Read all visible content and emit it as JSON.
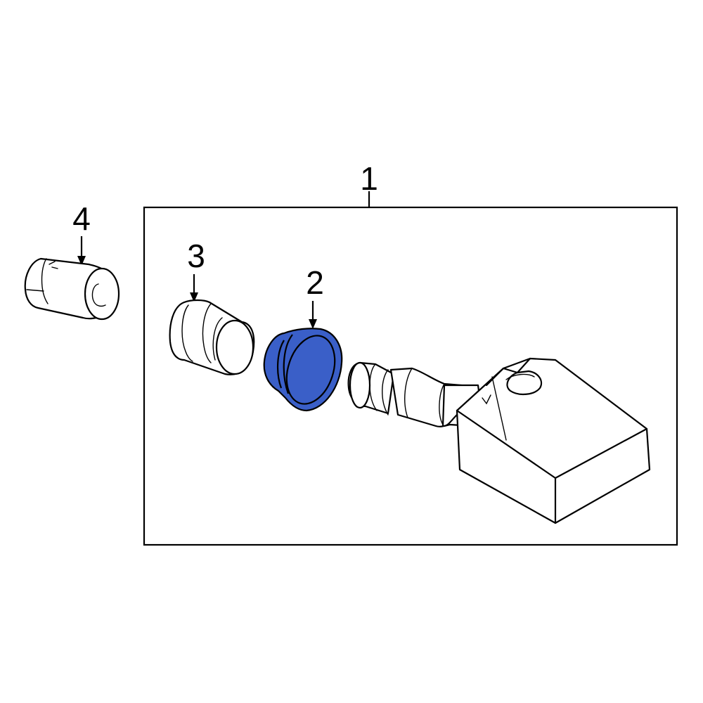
{
  "callouts": {
    "part_1": "1",
    "part_2": "2",
    "part_3": "3",
    "part_4": "4"
  },
  "colors": {
    "highlight": "#3a5fc8",
    "line": "#000000",
    "background": "#ffffff"
  }
}
